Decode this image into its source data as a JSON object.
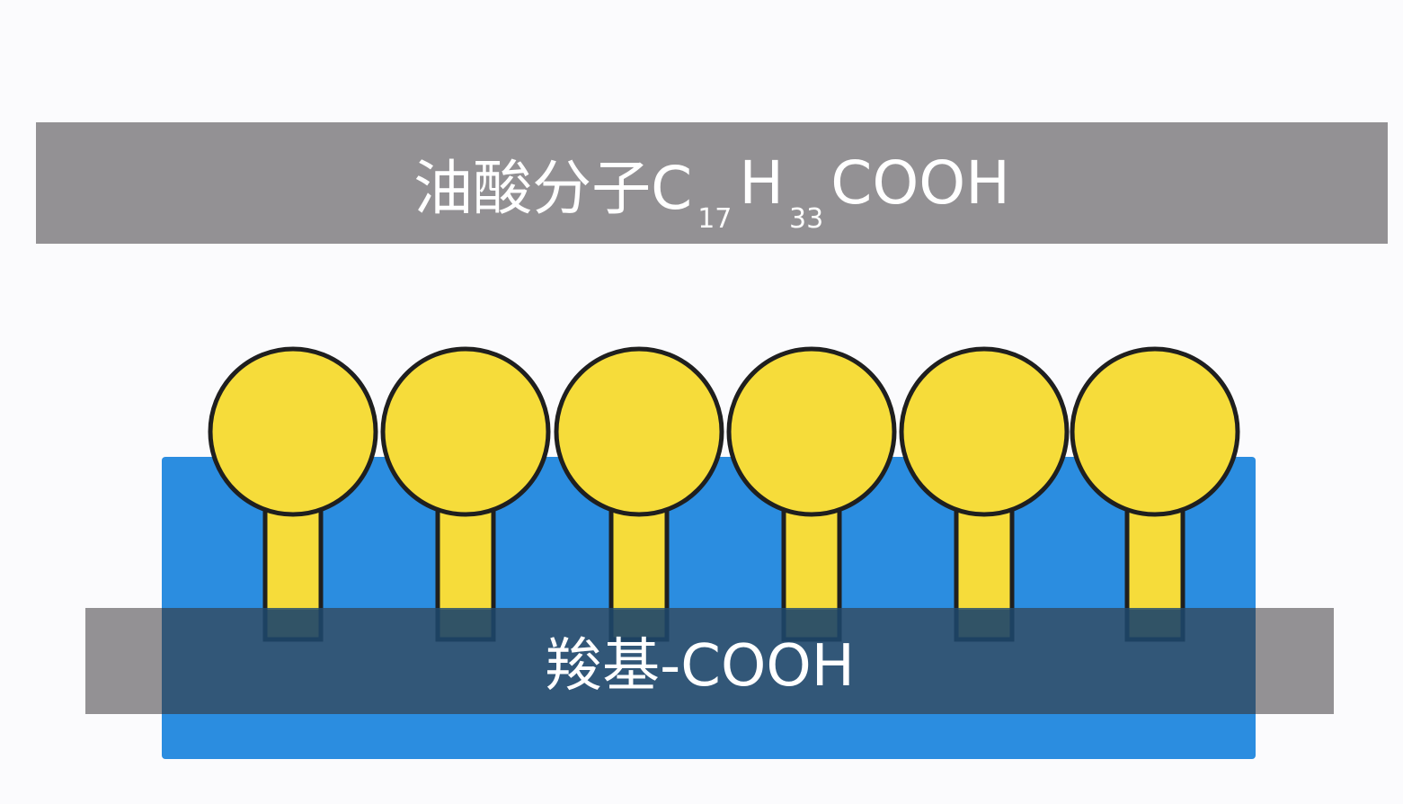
{
  "title": {
    "prefix": "油酸分子C",
    "sub1": "17",
    "mid": "H",
    "sub2": "33",
    "suffix": "COOH"
  },
  "bottom_label": "羧基-COOH",
  "molecule_count": 6,
  "colors": {
    "banner_gray": "#939194",
    "water_blue": "#2b8de0",
    "dark_overlay": "#24567f",
    "head_yellow": "#f6dc3a",
    "tail_shade": "#8a7b34",
    "outline": "#1f1f1f"
  }
}
